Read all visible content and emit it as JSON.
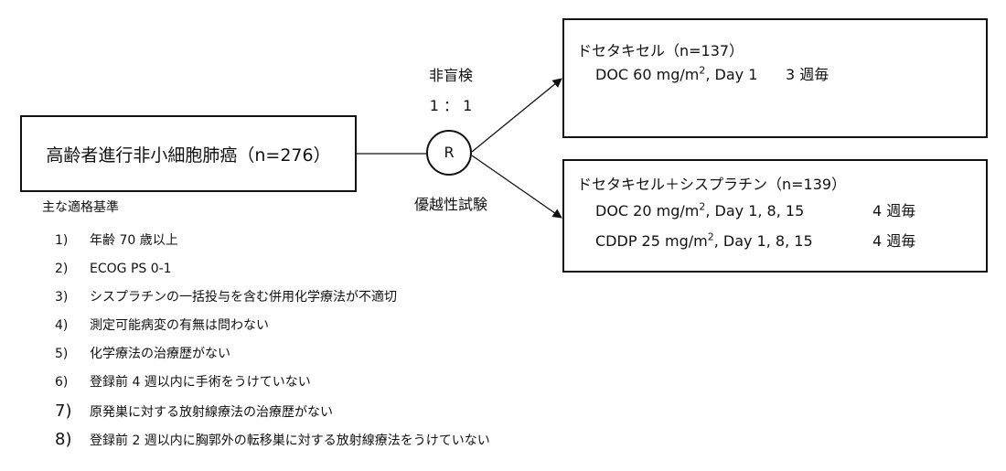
{
  "diagram": {
    "population": {
      "label": "高齢者進行非小細胞肺癌（n=276）"
    },
    "randomization": {
      "symbol": "R",
      "design": "非盲検",
      "ratio": "1 ： 1",
      "objective": "優越性試験"
    },
    "arms": [
      {
        "title": "ドセタキセル（n=137）",
        "regimens": [
          {
            "drug_prefix": "DOC 60 mg/m",
            "unit_power": "2",
            "day_text": ", Day 1",
            "schedule": "3 週毎"
          }
        ]
      },
      {
        "title": "ドセタキセル＋シスプラチン（n=139）",
        "regimens": [
          {
            "drug_prefix": "DOC 20 mg/m",
            "unit_power": "2",
            "day_text": ", Day 1, 8, 15",
            "schedule": "4 週毎"
          },
          {
            "drug_prefix": "CDDP 25 mg/m",
            "unit_power": "2",
            "day_text": ", Day 1, 8, 15",
            "schedule": "4 週毎"
          }
        ]
      }
    ],
    "criteria": {
      "heading": "主な適格基準",
      "items": [
        {
          "number": "1)",
          "text": "年齢 70 歳以上"
        },
        {
          "number": "2)",
          "text": "ECOG PS 0-1"
        },
        {
          "number": "3)",
          "text": "シスプラチンの一括投与を含む併用化学療法が不適切"
        },
        {
          "number": "4)",
          "text": "測定可能病変の有無は問わない"
        },
        {
          "number": "5)",
          "text": "化学療法の治療歴がない"
        },
        {
          "number": "6)",
          "text": "登録前 4 週以内に手術をうけていない"
        },
        {
          "number": "7)",
          "text": "原発巣に対する放射線療法の治療歴がない"
        },
        {
          "number": "8)",
          "text": "登録前 2 週以内に胸郭外の転移巣に対する放射線療法をうけていない"
        }
      ]
    }
  }
}
